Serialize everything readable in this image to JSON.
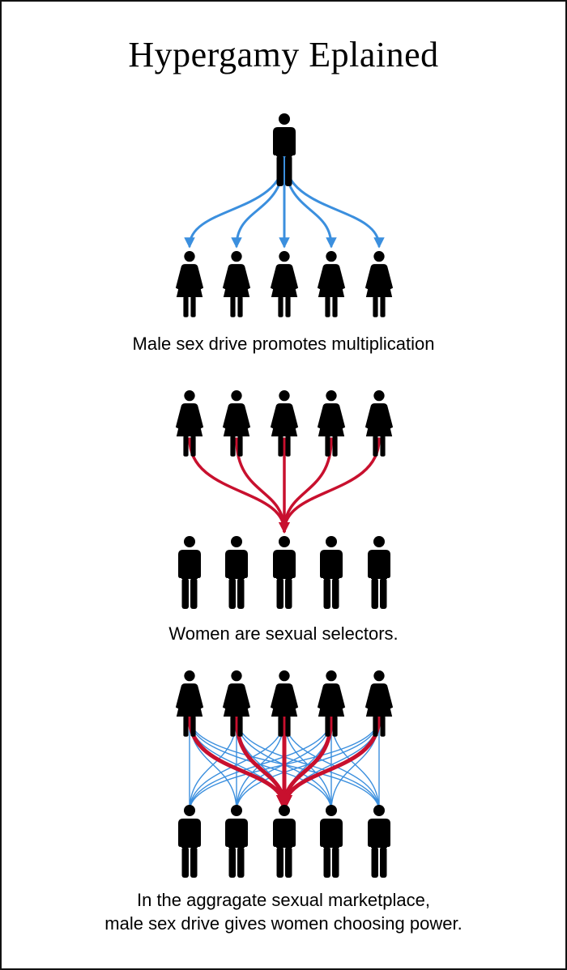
{
  "title": "Hypergamy Eplained",
  "colors": {
    "male_link": "#3b8fde",
    "female_link": "#c8102e",
    "figure": "#000000"
  },
  "icons": {
    "male": "male-person-icon",
    "female": "female-person-icon"
  },
  "panels": [
    {
      "id": "multiplication",
      "top_row": {
        "kind": "male",
        "count": 1
      },
      "bottom_row": {
        "kind": "female",
        "count": 5
      },
      "link": "one-to-many",
      "caption": [
        "Male sex drive promotes multiplication"
      ]
    },
    {
      "id": "selection",
      "top_row": {
        "kind": "female",
        "count": 5
      },
      "bottom_row": {
        "kind": "male",
        "count": 5
      },
      "link": "many-to-one",
      "caption": [
        "Women are sexual selectors."
      ]
    },
    {
      "id": "marketplace",
      "top_row": {
        "kind": "female",
        "count": 5
      },
      "bottom_row": {
        "kind": "male",
        "count": 5
      },
      "link": "all-to-all",
      "caption": [
        "In the aggragate sexual marketplace,",
        "male sex drive gives women choosing power."
      ]
    }
  ]
}
